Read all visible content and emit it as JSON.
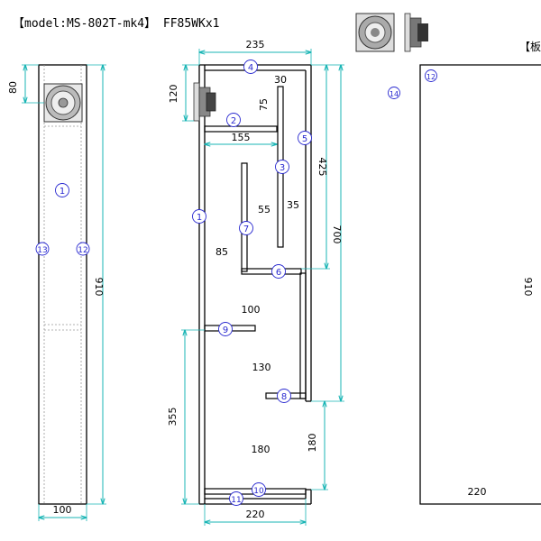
{
  "header": {
    "model_label": "【model:MS-802T-mk4】",
    "driver_label": "FF85WKx1",
    "board_label": "【板"
  },
  "front_view": {
    "dim_top": "80",
    "dim_height": "910",
    "dim_width": "100",
    "part_1": "1",
    "part_12": "12",
    "part_13": "13"
  },
  "side_view": {
    "dim_top_width": "235",
    "dim_120": "120",
    "dim_30": "30",
    "dim_75": "75",
    "dim_155": "155",
    "dim_425": "425",
    "dim_700": "700",
    "dim_55": "55",
    "dim_35": "35",
    "dim_85": "85",
    "dim_100": "100",
    "dim_130": "130",
    "dim_355": "355",
    "dim_180_inside": "180",
    "dim_180_side": "180",
    "dim_bottom_width": "220",
    "parts": [
      "1",
      "2",
      "3",
      "4",
      "5",
      "6",
      "7",
      "8",
      "9",
      "10",
      "11"
    ]
  },
  "board_view": {
    "part_12": "12",
    "part_14": "14",
    "dim_height": "910",
    "dim_width": "220"
  }
}
